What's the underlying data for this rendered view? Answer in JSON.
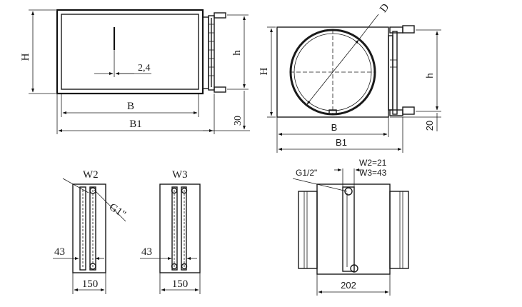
{
  "front_view": {
    "dim_H": "H",
    "dim_h": "h",
    "dim_gap": "2,4",
    "dim_B": "B",
    "dim_B1": "B1",
    "dim_30": "30"
  },
  "round_view": {
    "dim_D": "D",
    "dim_H": "H",
    "dim_h": "h",
    "dim_B": "B",
    "dim_B1": "B1",
    "dim_20": "20"
  },
  "side_w2": {
    "label": "W2",
    "thread": "G1\"",
    "dim_43": "43",
    "dim_150": "150"
  },
  "side_w3": {
    "label": "W3",
    "dim_43": "43",
    "dim_150": "150"
  },
  "side_round": {
    "thread": "G1/2\"",
    "w2_note": "W2=21",
    "w3_note": "W3=43",
    "dim_202": "202"
  }
}
